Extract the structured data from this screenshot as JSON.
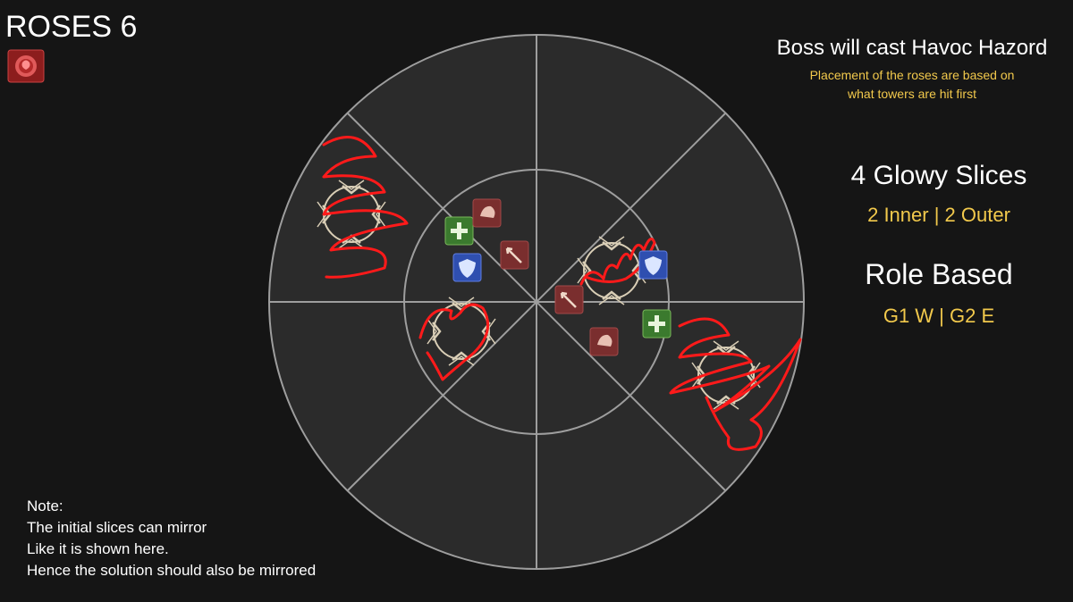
{
  "title": "ROSES 6",
  "header": {
    "heading": "Boss will cast Havoc Hazord",
    "subtext_lines": [
      "Placement of the roses are based on",
      "what towers are hit first"
    ]
  },
  "glowy": {
    "title": "4 Glowy Slices",
    "detail": "2 Inner | 2 Outer"
  },
  "role": {
    "title": "Role Based",
    "detail": "G1 W | G2 E"
  },
  "note": {
    "lines": [
      "Note:",
      "The initial slices can mirror",
      "Like it is shown here.",
      "Hence the solution should also be mirrored"
    ]
  },
  "colors": {
    "background": "#151515",
    "arena_fill": "#2b2b2b",
    "arena_lines": "#9e9e9e",
    "highlight_text": "#f2c94c",
    "scribble": "#ff1a1a",
    "healer_icon": "#3b7a2e",
    "tank_icon": "#2f4fb0",
    "dps_icon": "#7a2e2e"
  },
  "icons": {
    "role_markers": [
      "healer-icon",
      "tank-icon",
      "melee-dps-icon",
      "ranged-dps-icon"
    ],
    "rose_marker": "rose-tower-icon",
    "debuff": "rose-debuff-icon"
  }
}
